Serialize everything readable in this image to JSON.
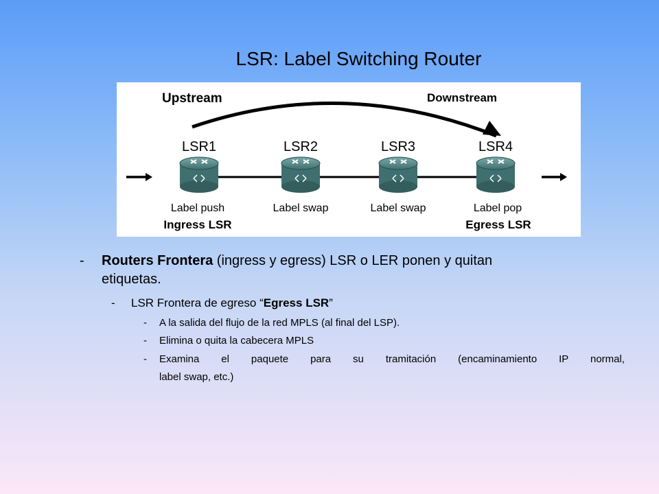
{
  "title": "LSR: Label Switching Router",
  "diagram": {
    "upstream": "Upstream",
    "downstream": "Downstream",
    "routers": [
      {
        "name": "LSR1",
        "action": "Label push",
        "role": "Ingress LSR"
      },
      {
        "name": "LSR2",
        "action": "Label swap",
        "role": ""
      },
      {
        "name": "LSR3",
        "action": "Label swap",
        "role": ""
      },
      {
        "name": "LSR4",
        "action": "Label pop",
        "role": "Egress LSR"
      }
    ]
  },
  "bullets": {
    "dash": "-",
    "l1": {
      "bold": "Routers Frontera",
      "rest_line1": " (ingress y egress) LSR o LER ponen y quitan",
      "rest_line2": "etiquetas."
    },
    "l2": {
      "pre": "LSR Frontera de egreso “",
      "bold": "Egress LSR",
      "post": "”"
    },
    "l3": [
      "A la salida del flujo de la red MPLS (al final del LSP).",
      "Elimina o quita la cabecera  MPLS",
      "Examina el paquete para su tramitación (encaminamiento IP normal,",
      "label swap, etc.)"
    ]
  }
}
